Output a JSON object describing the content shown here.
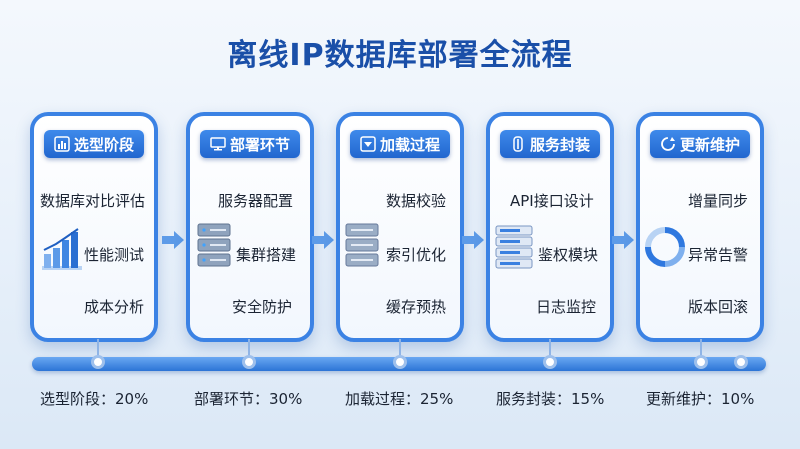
{
  "title": "离线IP数据库部署全流程",
  "stages": [
    {
      "label": "选型阶段",
      "icon": "bar-chart-icon",
      "items": [
        "数据库对比评估",
        "性能测试",
        "成本分析"
      ]
    },
    {
      "label": "部署环节",
      "icon": "monitor-icon",
      "items": [
        "服务器配置",
        "集群搭建",
        "安全防护"
      ]
    },
    {
      "label": "加载过程",
      "icon": "download-box-icon",
      "items": [
        "数据校验",
        "索引优化",
        "缓存预热"
      ]
    },
    {
      "label": "服务封装",
      "icon": "api-plug-icon",
      "items": [
        "API接口设计",
        "鉴权模块",
        "日志监控"
      ]
    },
    {
      "label": "更新维护",
      "icon": "refresh-icon",
      "items": [
        "增量同步",
        "异常告警",
        "版本回滚"
      ]
    }
  ],
  "timeline": [
    {
      "label": "选型阶段：20%",
      "value": 20
    },
    {
      "label": "部署环节：30%",
      "value": 30
    },
    {
      "label": "加载过程：25%",
      "value": 25
    },
    {
      "label": "服务封装：15%",
      "value": 15
    },
    {
      "label": "更新维护：10%",
      "value": 10
    }
  ],
  "colors": {
    "primary": "#2f78df",
    "title": "#1a4fa8",
    "text": "#1b2433"
  }
}
